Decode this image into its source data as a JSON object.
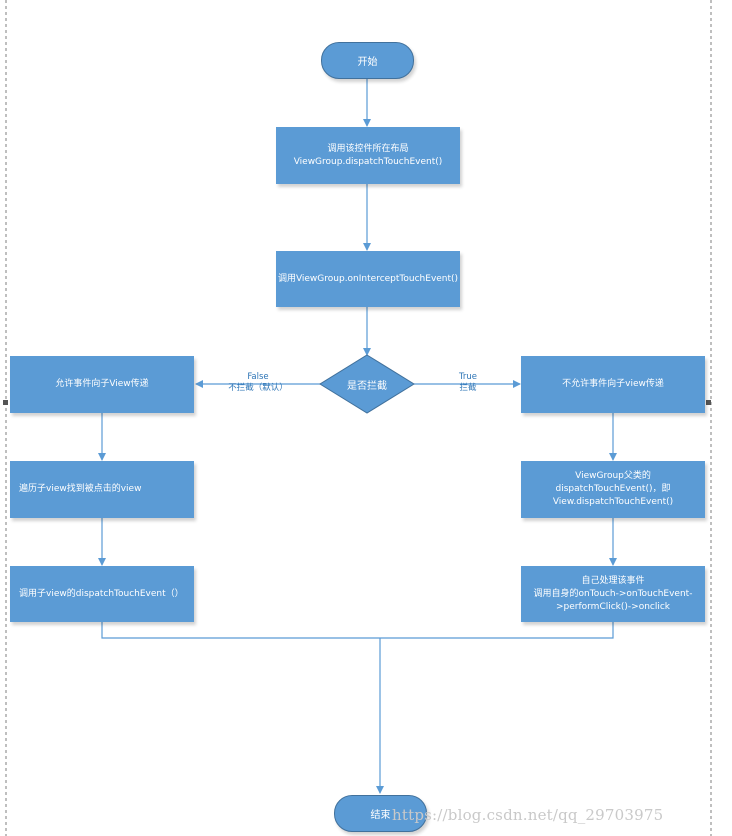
{
  "diagram": {
    "start": "开始",
    "end": "结束",
    "step1": [
      "调用该控件所在布局",
      "ViewGroup.dispatchTouchEvent()"
    ],
    "step2": "调用ViewGroup.onInterceptTouchEvent()",
    "decision": "是否拦截",
    "false_branch": {
      "label_en": "False",
      "label_cn": "不拦截（默认）",
      "step1": "允许事件向子View传递",
      "step2": "遍历子view找到被点击的view",
      "step3": "调用子view的dispatchTouchEvent（）"
    },
    "true_branch": {
      "label_en": "True",
      "label_cn": "拦截",
      "step1": "不允许事件向子view传递",
      "step2": [
        "ViewGroup父类的",
        "dispatchTouchEvent()，即",
        "View.dispatchTouchEvent()"
      ],
      "step3": [
        "自己处理该事件",
        "调用自身的onTouch->onTouchEvent-",
        ">performClick()->onclick"
      ]
    }
  },
  "watermark": "https://blog.csdn.net/qq_29703975",
  "colors": {
    "node_fill": "#5b9bd5",
    "edge": "#5b9bd5",
    "label": "#2e75b6"
  }
}
